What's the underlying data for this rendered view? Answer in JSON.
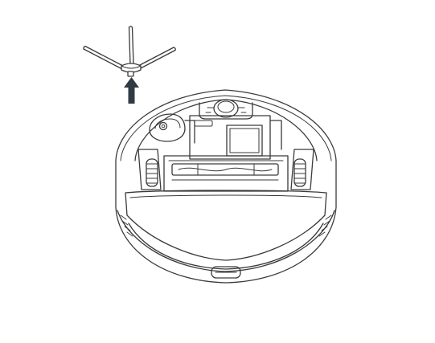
{
  "diagram": {
    "figure": "robot-vacuum-bottom-view",
    "action": "remove-side-brush",
    "arrow_direction": "up",
    "colors": {
      "line": "#3a3a3a",
      "arrow": "#2f3a44",
      "background": "#ffffff"
    }
  }
}
